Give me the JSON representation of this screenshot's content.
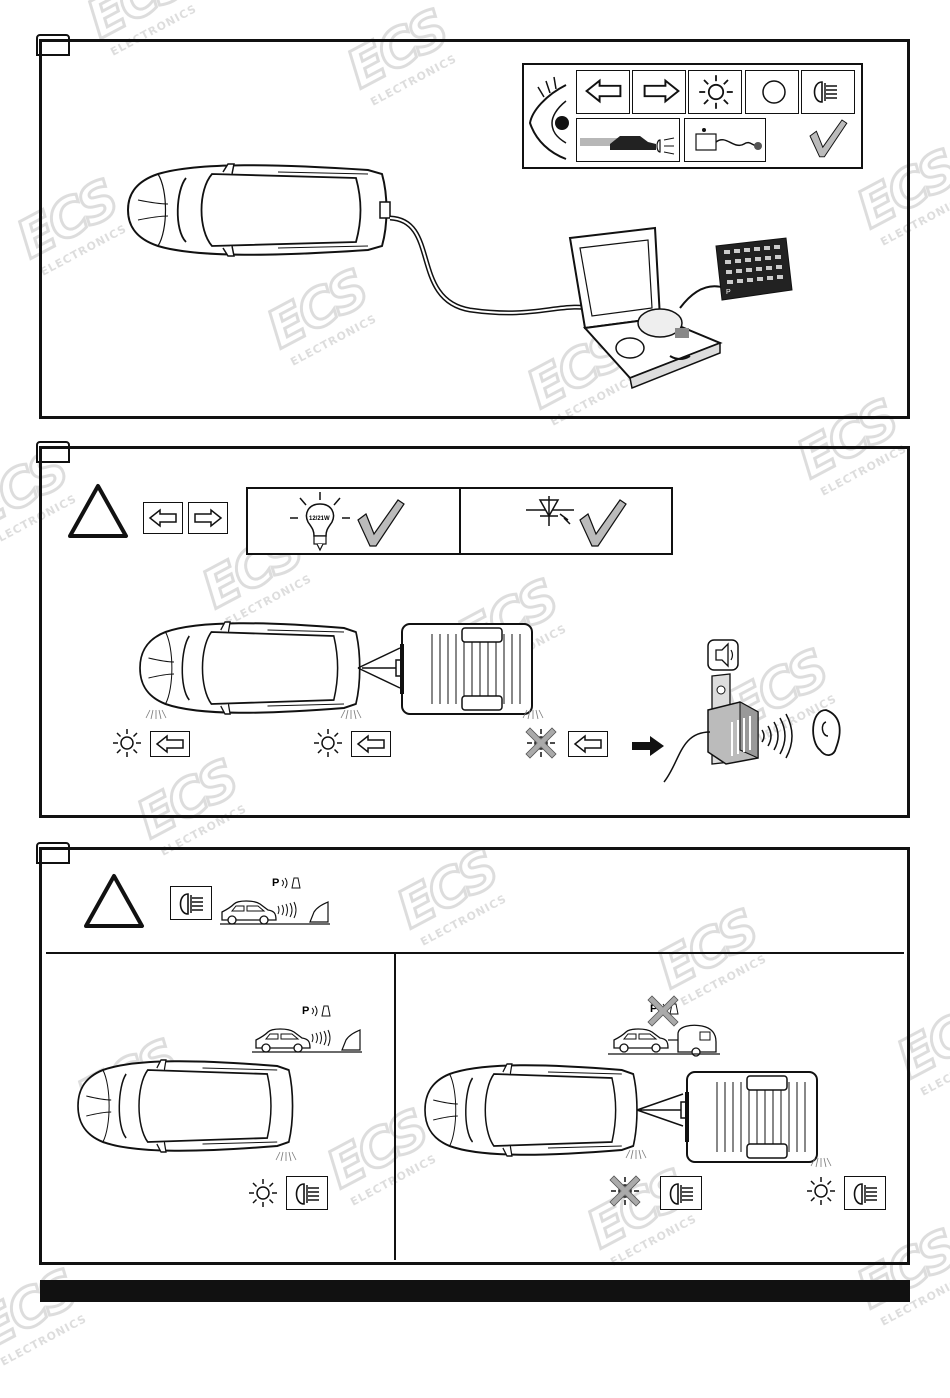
{
  "watermark": {
    "logo_text": "ECS",
    "sub_text": "ELECTRONICS"
  },
  "icons": {
    "bulb_label": "12/21W",
    "tester_grid_label": "P",
    "parking_sensor_label": "P"
  },
  "colors": {
    "ink": "#111111",
    "check_gray": "#9a9a9a",
    "watermark": "#333333"
  }
}
